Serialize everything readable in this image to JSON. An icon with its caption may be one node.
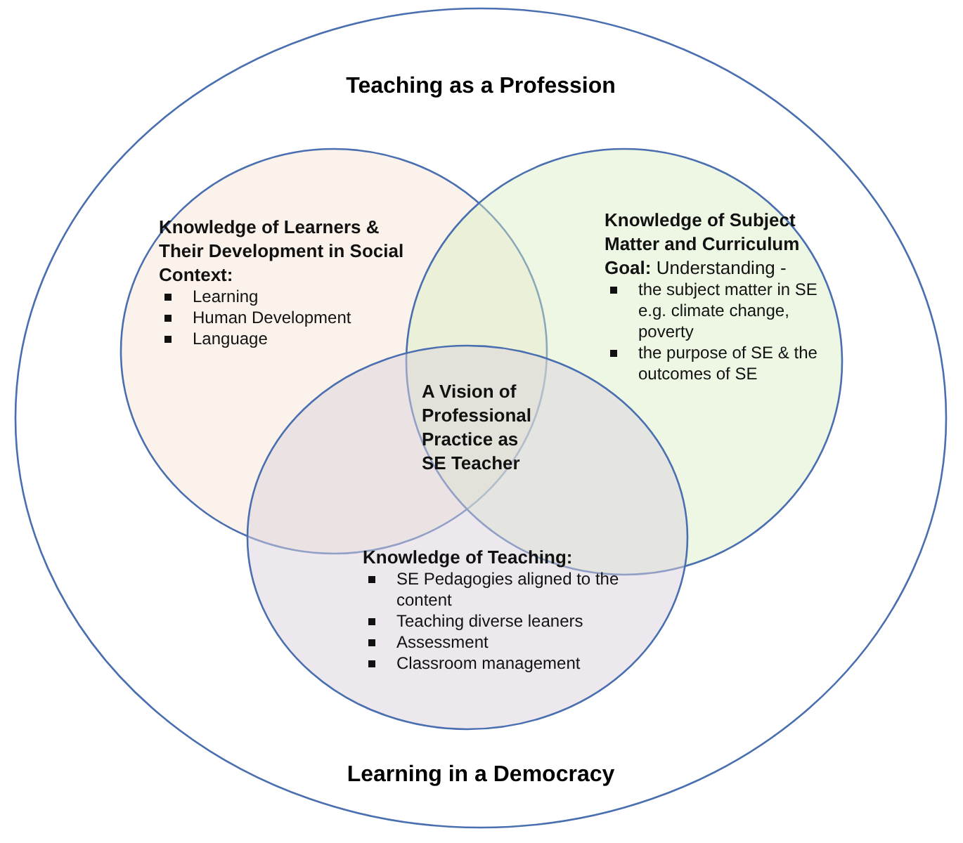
{
  "diagram": {
    "nodes": [
      {
        "text": [
          "Teaching as a Profession",
          "Learning in a Democracy"
        ]
      },
      {
        "text": [
          "Knowledge of Learners & Their Development in Social Context:",
          "Learning",
          "Human Development",
          "Language"
        ],
        "in": 0
      },
      {
        "text": [
          "**Knowledge of Subject Matter and Curriculum Goal:** Understanding -",
          "the subject matter in SE e.g. climate change, poverty",
          "the purpose of SE & the outcomes of SE"
        ],
        "in": 0
      },
      {
        "text": [
          "Knowledge of Teaching:",
          "SE Pedagogies aligned to the content",
          "Teaching diverse leaners",
          "Assessment",
          "Classroom management"
        ],
        "in": 0
      },
      {
        "text": [
          "A Vision of Professional Practice as SE Teacher"
        ]
      }
    ],
    "edges": []
  }
}
